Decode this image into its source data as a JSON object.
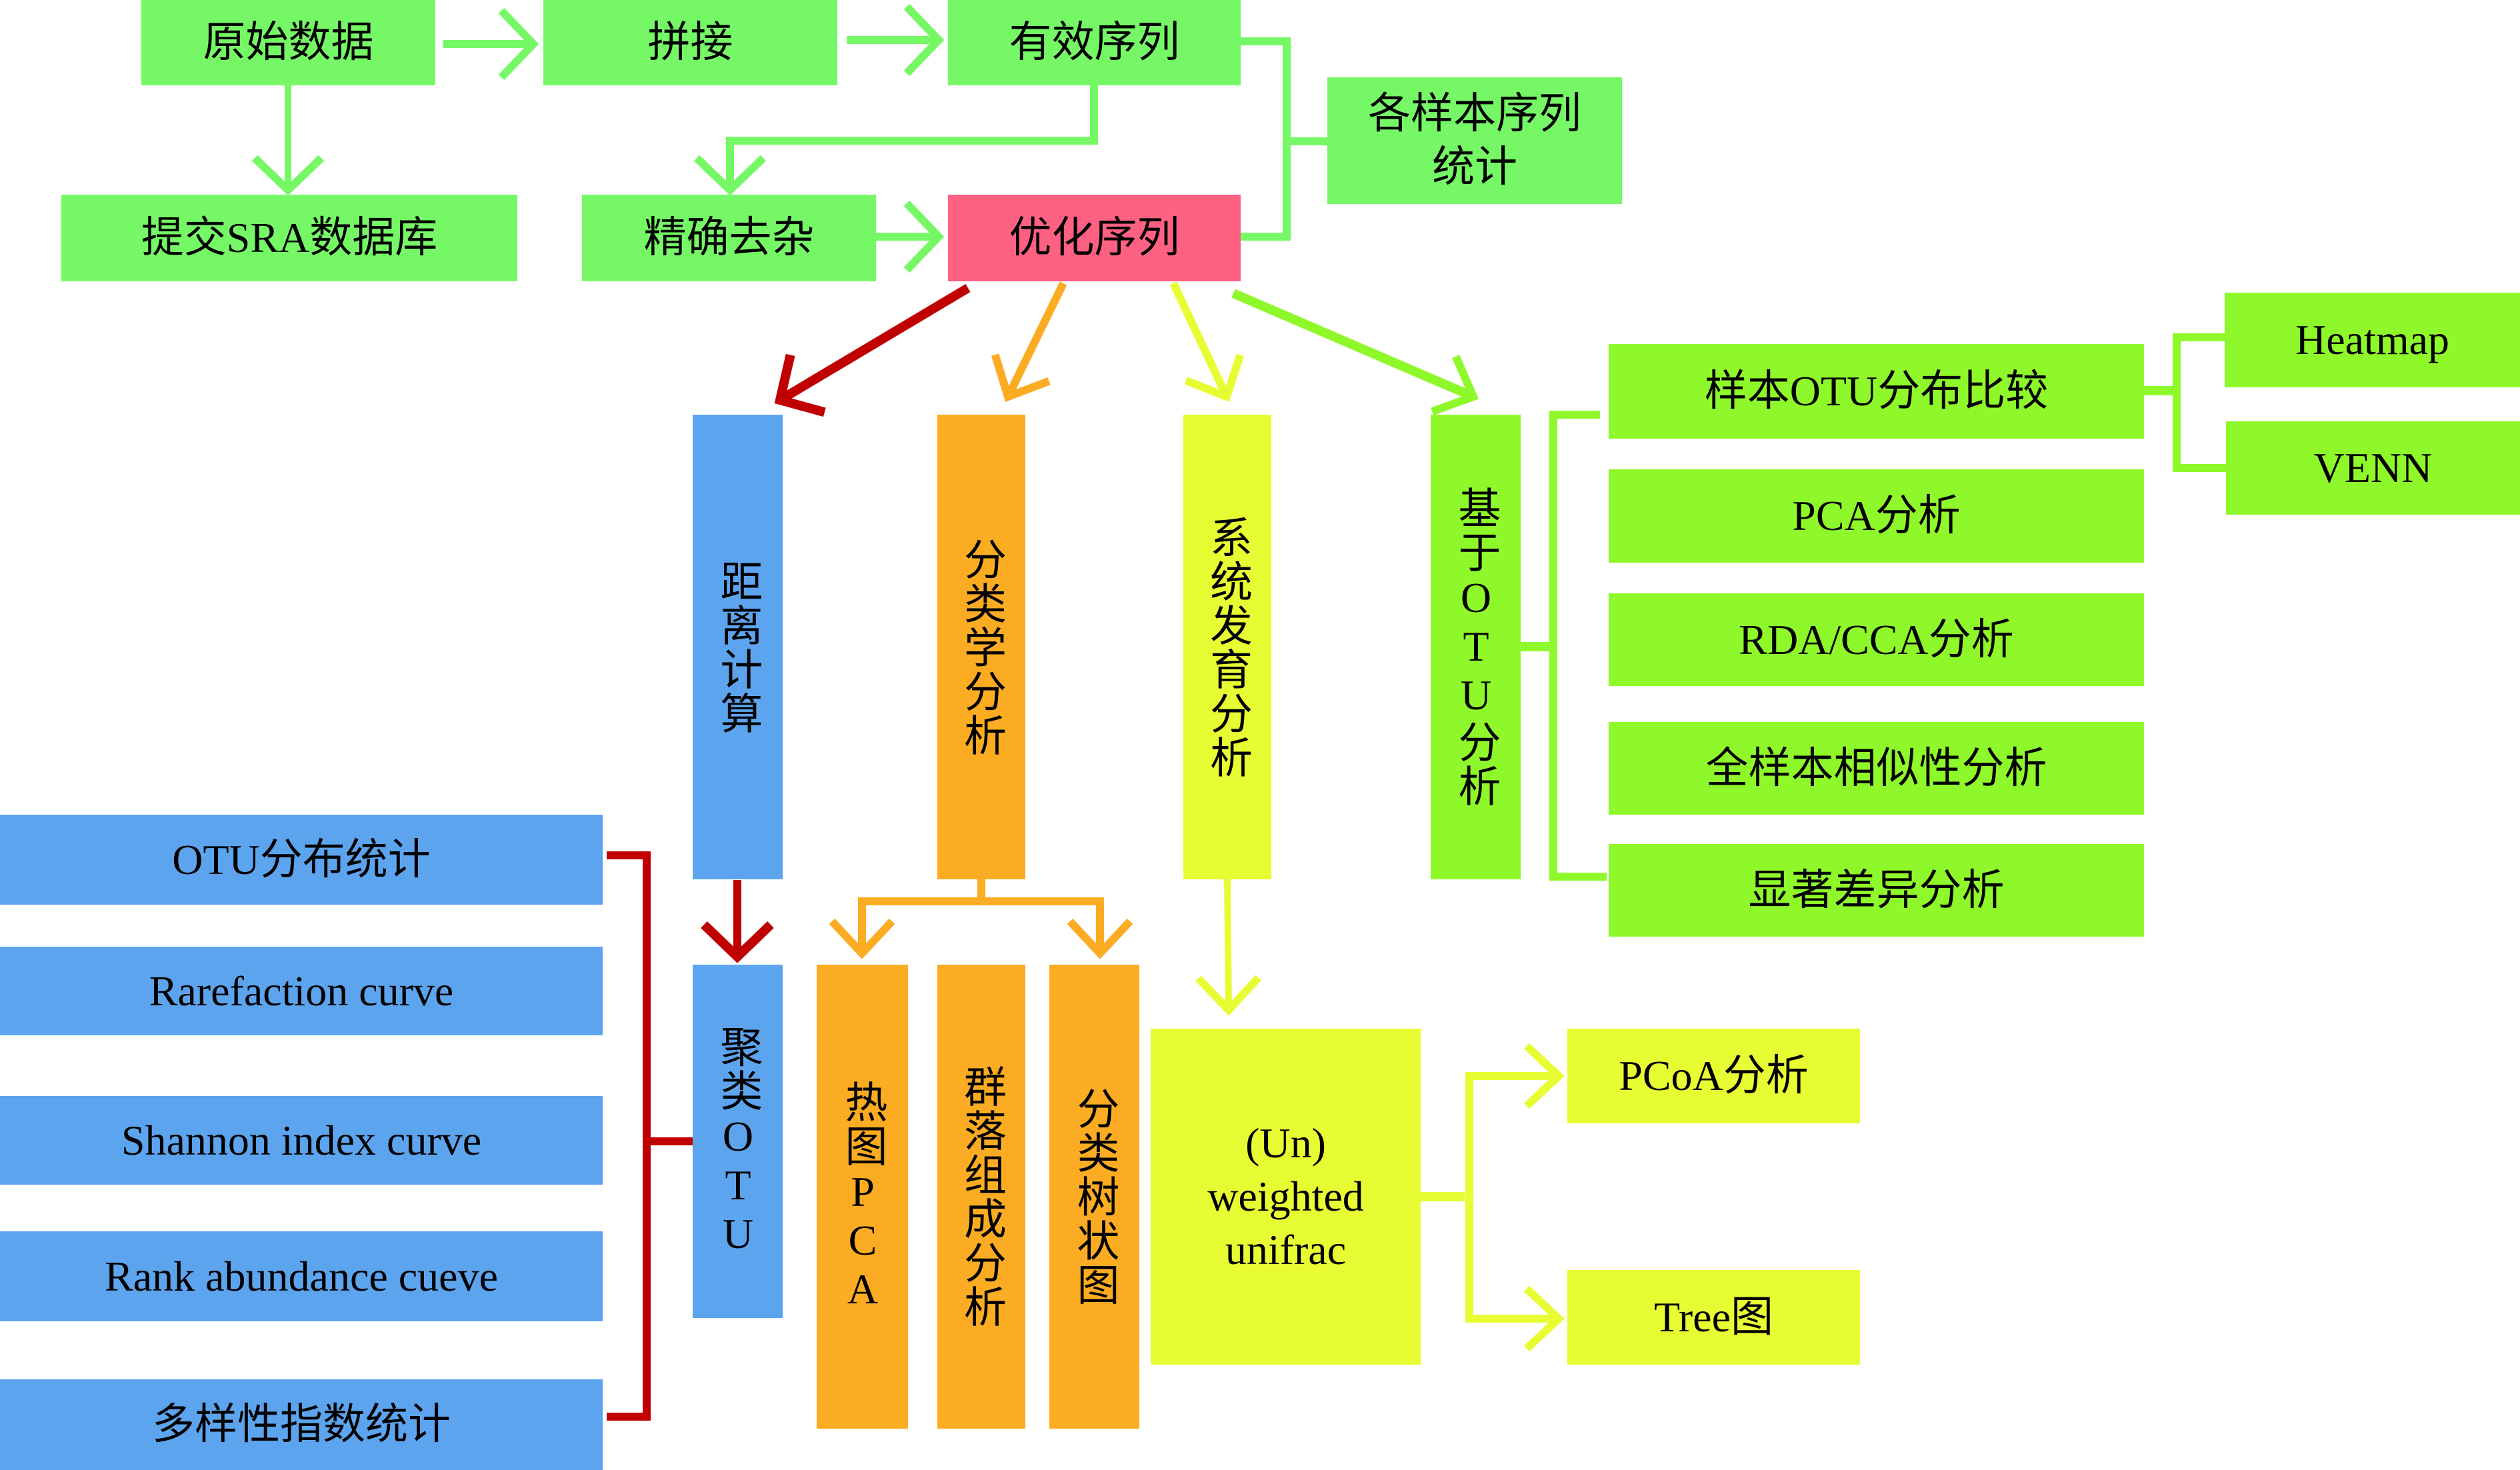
{
  "title": "16S rRNA sequencing analysis workflow",
  "colors": {
    "preprocess": "#76f866",
    "optimized": "#ff6182",
    "distance": "#5da4ee",
    "taxonomy": "#fcac22",
    "phylogeny": "#e8fc33",
    "otu_based": "#8ff82a",
    "arrow_red": "#c00000",
    "arrow_orange": "#fcac22",
    "arrow_yellow": "#e8fc33",
    "arrow_lime": "#8ff82a",
    "arrow_green": "#76f866"
  },
  "preprocessing": {
    "raw_data": "原始数据",
    "merge": "拼接",
    "valid_sequences": "有效序列",
    "sample_stats": "各样本序列统计",
    "submit_sra": "提交SRA数据库",
    "denoise": "精确去杂",
    "optimized_sequences": "优化序列"
  },
  "branches": {
    "distance": "距离计算",
    "taxonomy": "分类学分析",
    "phylogeny": "系统发育分析",
    "otu_based": "基于OTU分析"
  },
  "distance_branch": {
    "cluster_otu": "聚类OTU",
    "outputs": [
      "OTU分布统计",
      "Rarefaction curve",
      "Shannon index curve",
      "Rank abundance cueve",
      "多样性指数统计"
    ]
  },
  "taxonomy_branch": {
    "outputs": [
      "热图PCA",
      "群落组成分析",
      "分类树状图"
    ]
  },
  "phylogeny_branch": {
    "unifrac": "(Un)\nweighted\nunifrac",
    "outputs": [
      "PCoA分析",
      "Tree图"
    ]
  },
  "otu_branch": {
    "outputs": [
      "样本OTU分布比较",
      "PCA分析",
      "RDA/CCA分析",
      "全样本相似性分析",
      "显著差异分析"
    ],
    "comparison_outputs": [
      "Heatmap",
      "VENN"
    ]
  }
}
